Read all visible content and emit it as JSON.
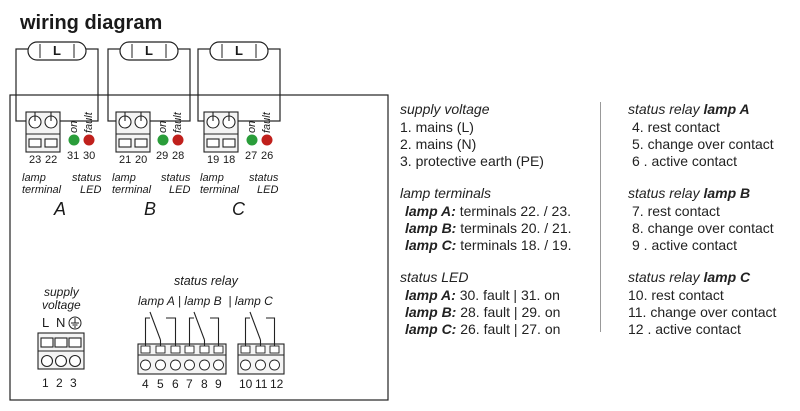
{
  "title": "wiring diagram",
  "lamp_symbol_label": "L",
  "lamps": [
    {
      "letter": "A",
      "terminal_numbers": [
        "23",
        "22"
      ],
      "led_numbers": [
        "31",
        "30"
      ],
      "led_labels": [
        "on",
        "fault"
      ]
    },
    {
      "letter": "B",
      "terminal_numbers": [
        "21",
        "20"
      ],
      "led_numbers": [
        "29",
        "28"
      ],
      "led_labels": [
        "on",
        "fault"
      ]
    },
    {
      "letter": "C",
      "terminal_numbers": [
        "19",
        "18"
      ],
      "led_numbers": [
        "27",
        "26"
      ],
      "led_labels": [
        "on",
        "fault"
      ]
    }
  ],
  "lamp_terminal_label": [
    "lamp",
    "terminal"
  ],
  "status_led_label": [
    "status",
    "LED"
  ],
  "supply": {
    "label": [
      "supply",
      "voltage"
    ],
    "symbols": [
      "L",
      "N",
      "⏚"
    ],
    "numbers": [
      "1",
      "2",
      "3"
    ]
  },
  "status_relay": {
    "label": "status relay",
    "groups_label": [
      "lamp A",
      "|",
      "lamp B",
      "|",
      "lamp C"
    ],
    "numbers": [
      "4",
      "5",
      "6",
      "7",
      "8",
      "9",
      "10",
      "11",
      "12"
    ]
  },
  "colors": {
    "on_led": "#2a9d3a",
    "fault_led": "#c0201c",
    "line": "#222222",
    "terminal_fill": "#f4f4f4"
  },
  "legend": {
    "supply_voltage": {
      "heading": "supply voltage",
      "items": [
        "1.  mains (L)",
        "2.  mains (N)",
        "3.  protective earth (PE)"
      ]
    },
    "lamp_terminals": {
      "heading": "lamp terminals",
      "items": [
        {
          "lamp": "lamp A:",
          "text": " terminals 22. / 23."
        },
        {
          "lamp": "lamp B:",
          "text": " terminals 20. / 21."
        },
        {
          "lamp": "lamp C:",
          "text": " terminals 18. / 19."
        }
      ]
    },
    "status_led": {
      "heading": "status LED",
      "items": [
        {
          "lamp": "lamp A:",
          "text": " 30. fault | 31. on"
        },
        {
          "lamp": "lamp B:",
          "text": " 28. fault | 29. on"
        },
        {
          "lamp": "lamp C:",
          "text": " 26. fault | 27. on"
        }
      ]
    },
    "relay_a": {
      "heading_prefix": "status relay ",
      "heading_lamp": "lamp A",
      "items": [
        "4.  rest contact",
        "5.  change over contact",
        "6 . active contact"
      ]
    },
    "relay_b": {
      "heading_prefix": "status relay ",
      "heading_lamp": "lamp B",
      "items": [
        "7.  rest contact",
        "8.  change over contact",
        "9 . active contact"
      ]
    },
    "relay_c": {
      "heading_prefix": "status relay ",
      "heading_lamp": "lamp C",
      "items": [
        "10.  rest contact",
        "11.  change over contact",
        "12 . active contact"
      ]
    }
  }
}
